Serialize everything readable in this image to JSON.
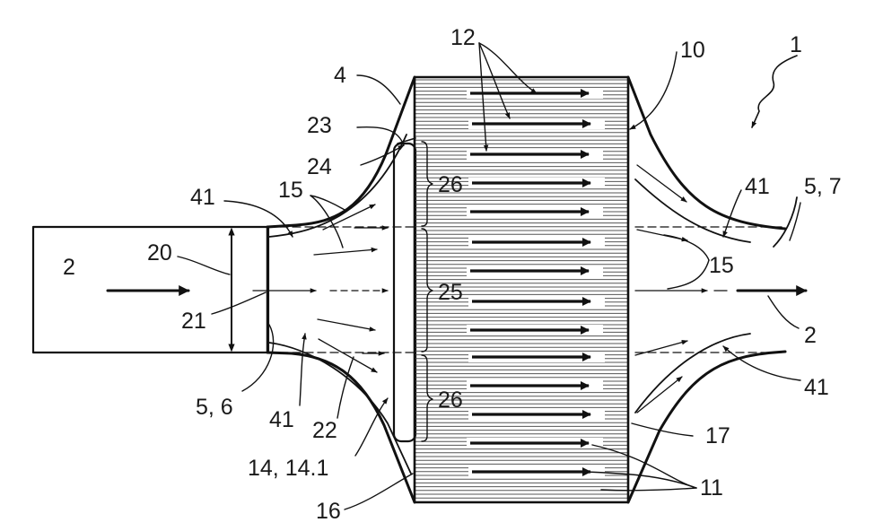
{
  "figure": {
    "labels": {
      "l1": "1",
      "l2_left": "2",
      "l2_right": "2",
      "l4": "4",
      "l10": "10",
      "l11": "11",
      "l12": "12",
      "l14": "14, 14.1",
      "l15_left": "15",
      "l15_right": "15",
      "l16": "16",
      "l17": "17",
      "l20": "20",
      "l21": "21",
      "l22": "22",
      "l23": "23",
      "l24": "24",
      "l25": "25",
      "l26_top": "26",
      "l26_bottom": "26",
      "l41_a": "41",
      "l41_b": "41",
      "l41_c": "41",
      "l41_d": "41",
      "l57": "5, 7",
      "l56": "5, 6"
    }
  }
}
